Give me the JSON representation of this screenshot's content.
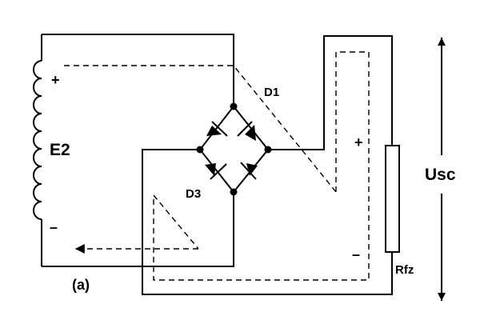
{
  "labels": {
    "source": "E2",
    "source_plus": "+",
    "source_minus": "–",
    "diode_top": "D1",
    "diode_bottom": "D3",
    "load_plus": "+",
    "load_minus": "–",
    "load": "Rfz",
    "output_voltage": "Usc",
    "caption": "(a)"
  }
}
